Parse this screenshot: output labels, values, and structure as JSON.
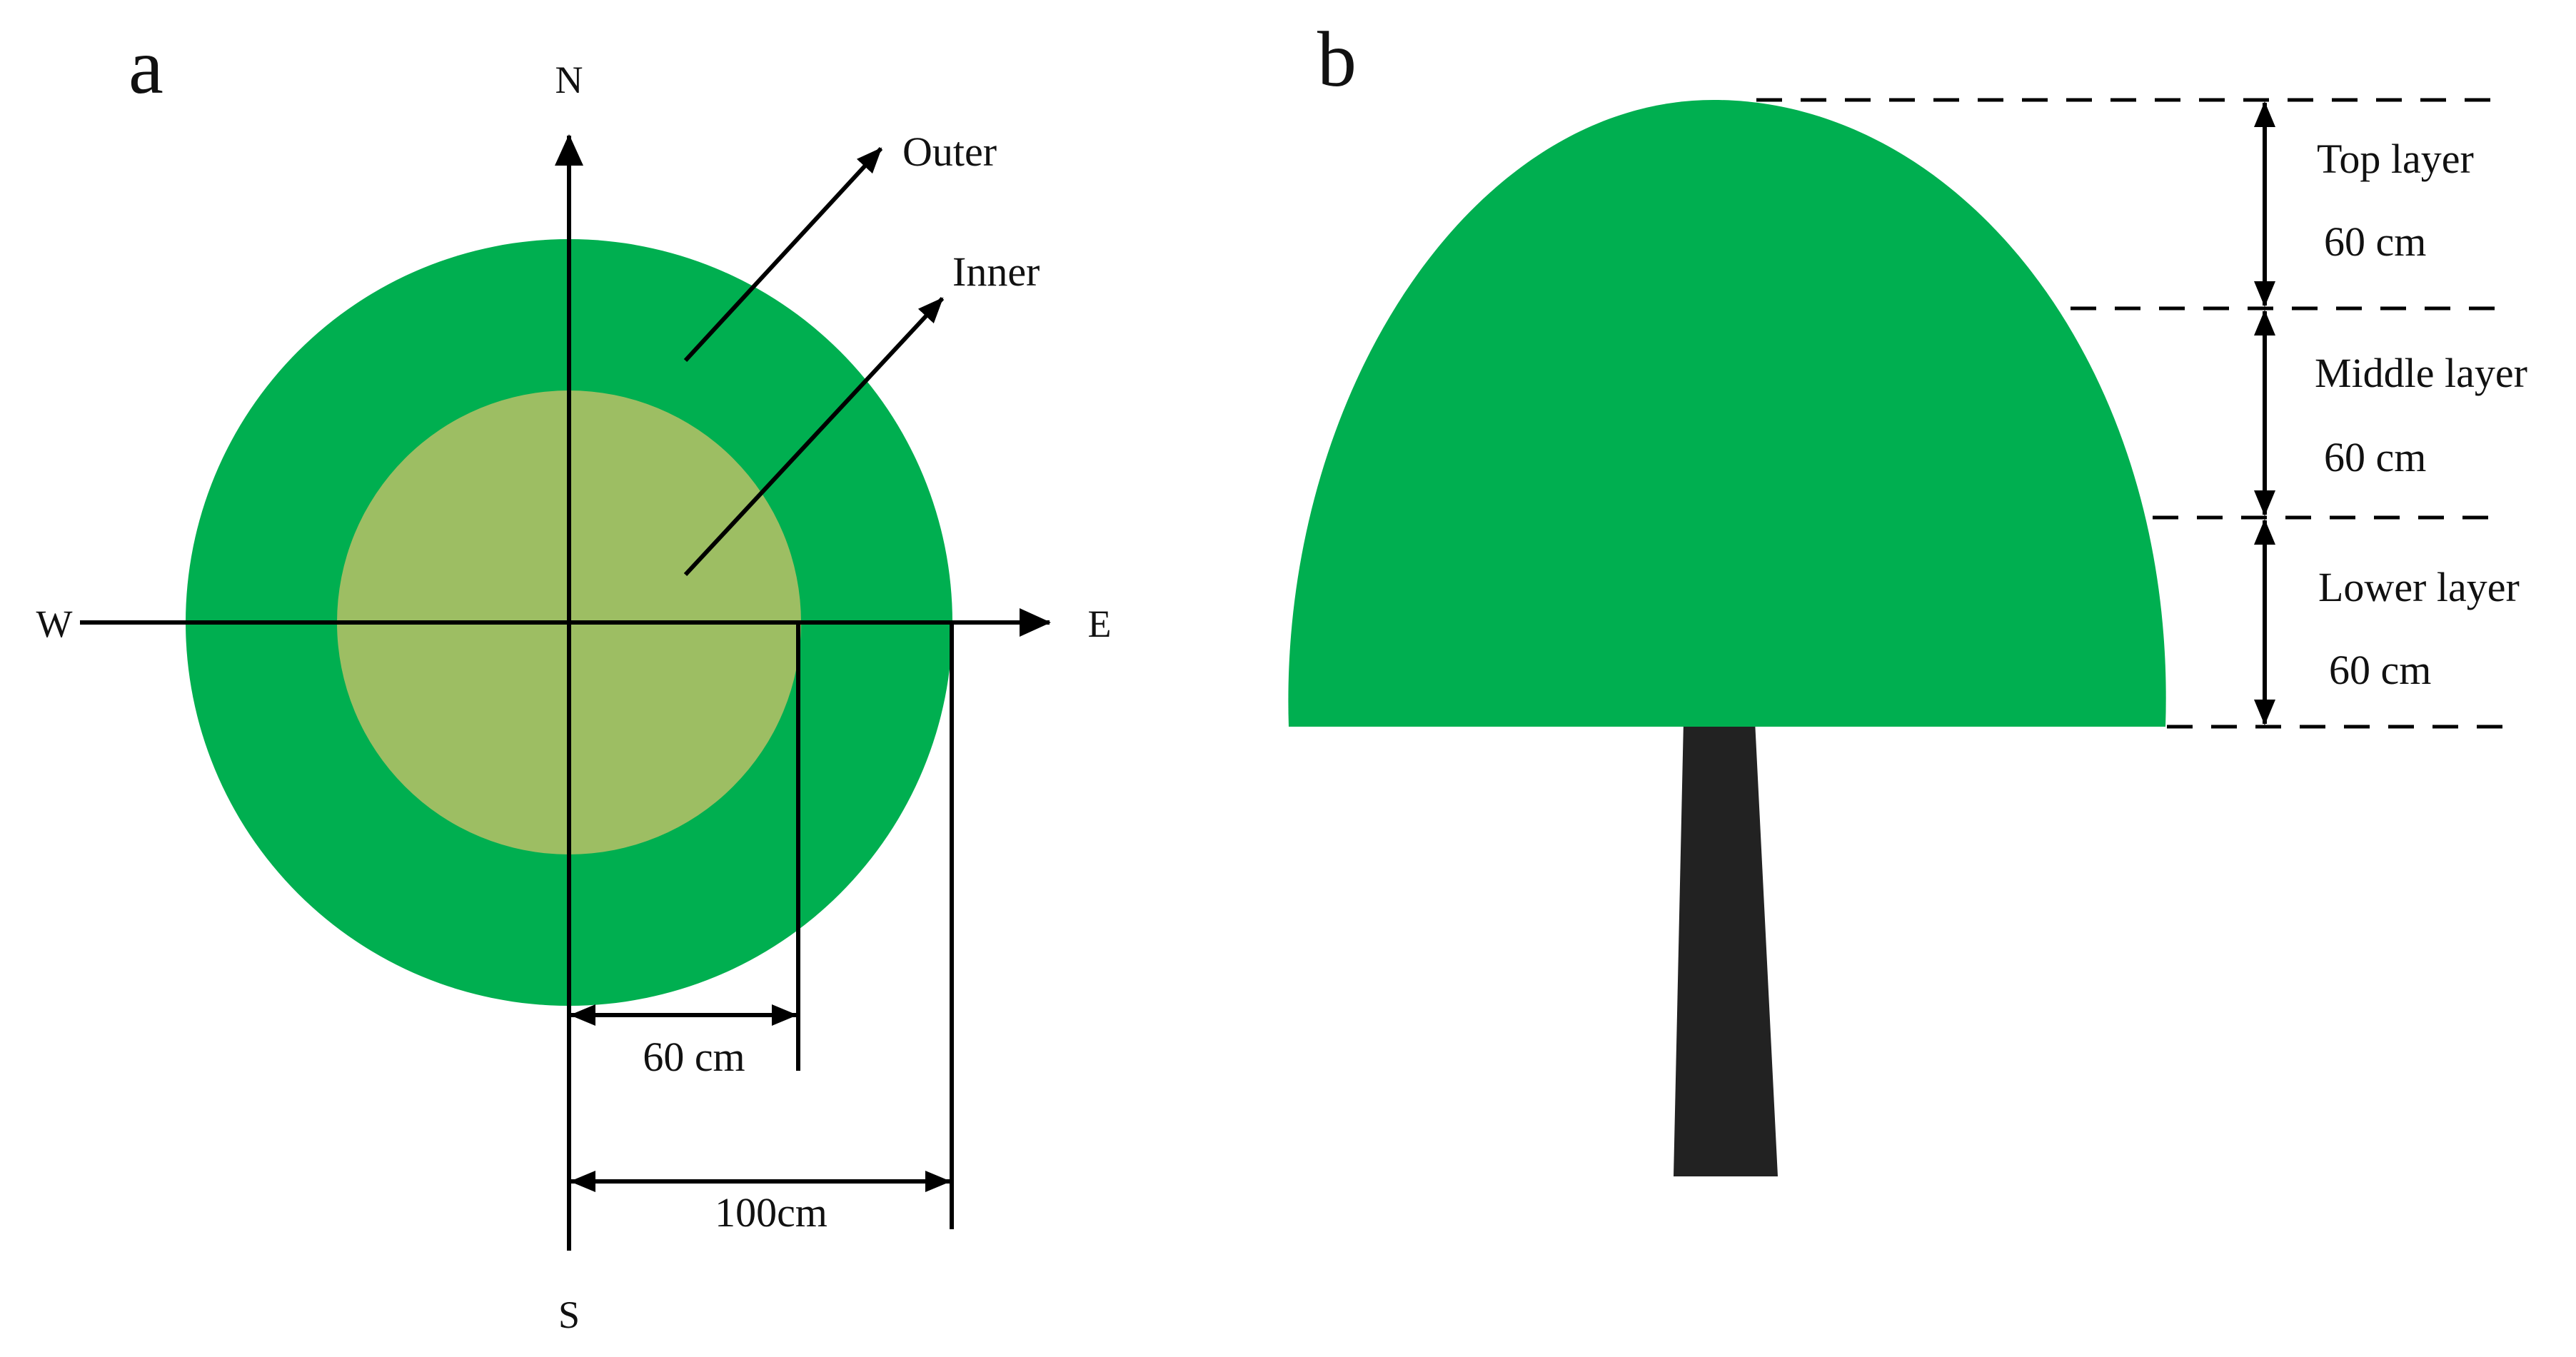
{
  "colors": {
    "canopy": "#00AF50",
    "inner_zone": "#9DBE63",
    "trunk": "#222222",
    "ink": "#000000",
    "background": "#FFFFFF"
  },
  "panel_a": {
    "letter": "a",
    "compass": {
      "north": "N",
      "south": "S",
      "west": "W",
      "east": "E"
    },
    "outer_label": "Outer",
    "inner_label": "Inner",
    "inner_radius_label": "60 cm",
    "outer_radius_label": "100cm"
  },
  "panel_b": {
    "letter": "b",
    "layers": [
      {
        "name": "Top layer",
        "height": "60 cm"
      },
      {
        "name": "Middle layer",
        "height": "60 cm"
      },
      {
        "name": "Lower layer",
        "height": "60 cm"
      }
    ]
  }
}
